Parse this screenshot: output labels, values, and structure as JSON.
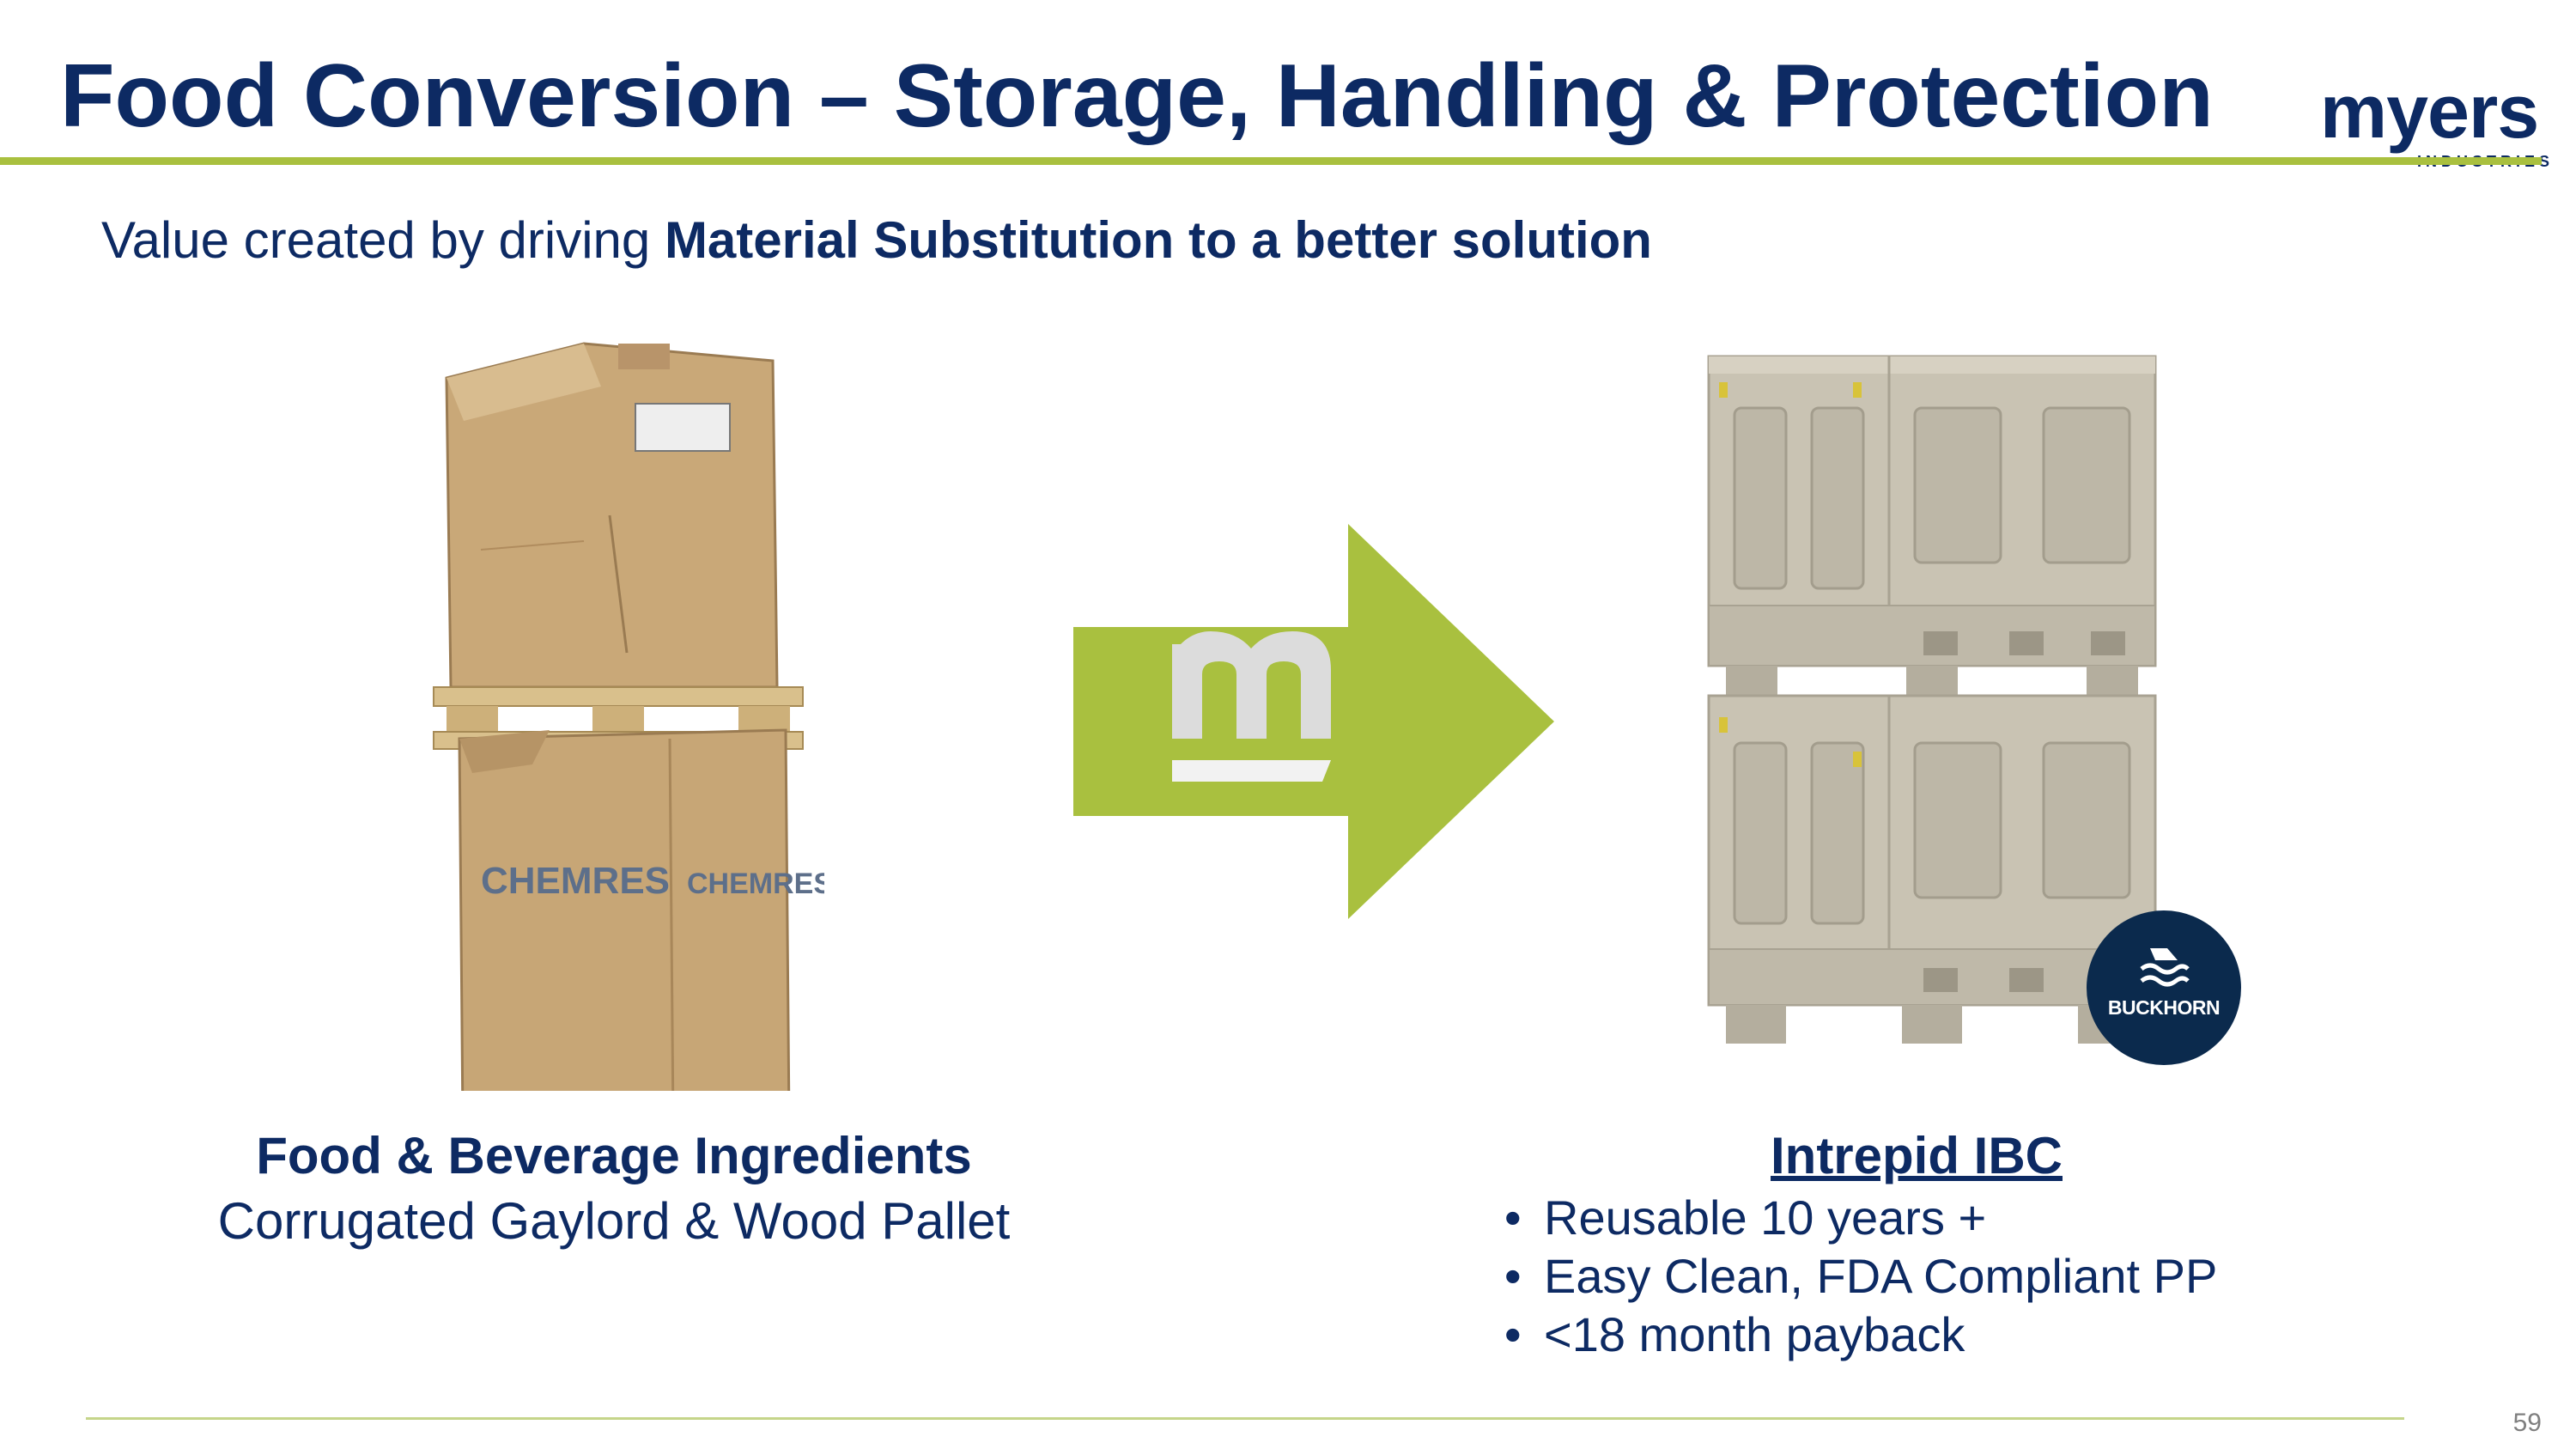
{
  "slide": {
    "title": "Food Conversion – Storage, Handling & Protection",
    "subtitle_prefix": "Value created by driving",
    "subtitle_bold": "Material Substitution to a better solution",
    "page_number": "59"
  },
  "logo": {
    "word": "myers",
    "sub": "INDUSTRIES"
  },
  "left_product": {
    "heading": "Food & Beverage Ingredients",
    "subheading": "Corrugated Gaylord & Wood Pallet",
    "box_print_1": "CHEMRES",
    "box_print_2": "CHEMRES"
  },
  "right_product": {
    "heading": "Intrepid IBC",
    "bullets": [
      "Reusable 10 years +",
      "Easy Clean, FDA Compliant PP",
      "<18 month payback"
    ],
    "bullet_glyph": "•",
    "badge": "BUCKHORN"
  },
  "colors": {
    "navy": "#0d2a63",
    "accent_green": "#a9c03f",
    "cardboard": "#c9a878",
    "ibc_gray": "#c9c3b3",
    "badge_navy": "#0b2a4d"
  }
}
